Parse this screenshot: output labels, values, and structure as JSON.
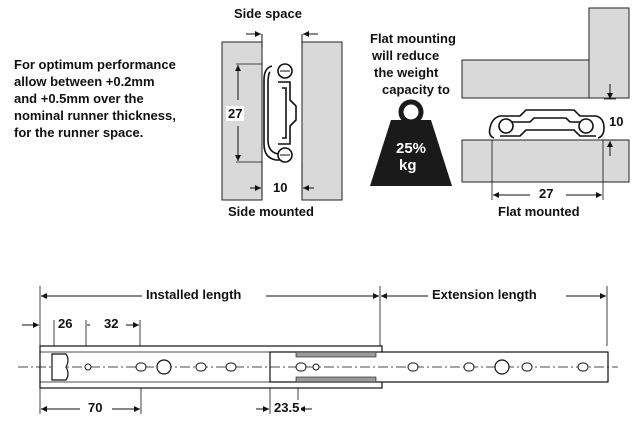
{
  "side_mount": {
    "title": "Side space",
    "dim_height": "27",
    "dim_width": "10",
    "caption": "Side mounted"
  },
  "performance_note": [
    "For optimum performance",
    "allow between +0.2mm",
    "and +0.5mm over the",
    "nominal runner thickness,",
    "for the runner space."
  ],
  "flat_mount": {
    "note": [
      "Flat mounting",
      "will reduce",
      "the weight",
      "capacity to"
    ],
    "weight_label": [
      "25%",
      "kg"
    ],
    "dim_height": "10",
    "dim_width": "27",
    "caption": "Flat mounted"
  },
  "runner": {
    "installed_length": "Installed length",
    "extension_length": "Extension length",
    "dim_26": "26",
    "dim_32": "32",
    "dim_70": "70",
    "dim_23_5": "23.5"
  }
}
